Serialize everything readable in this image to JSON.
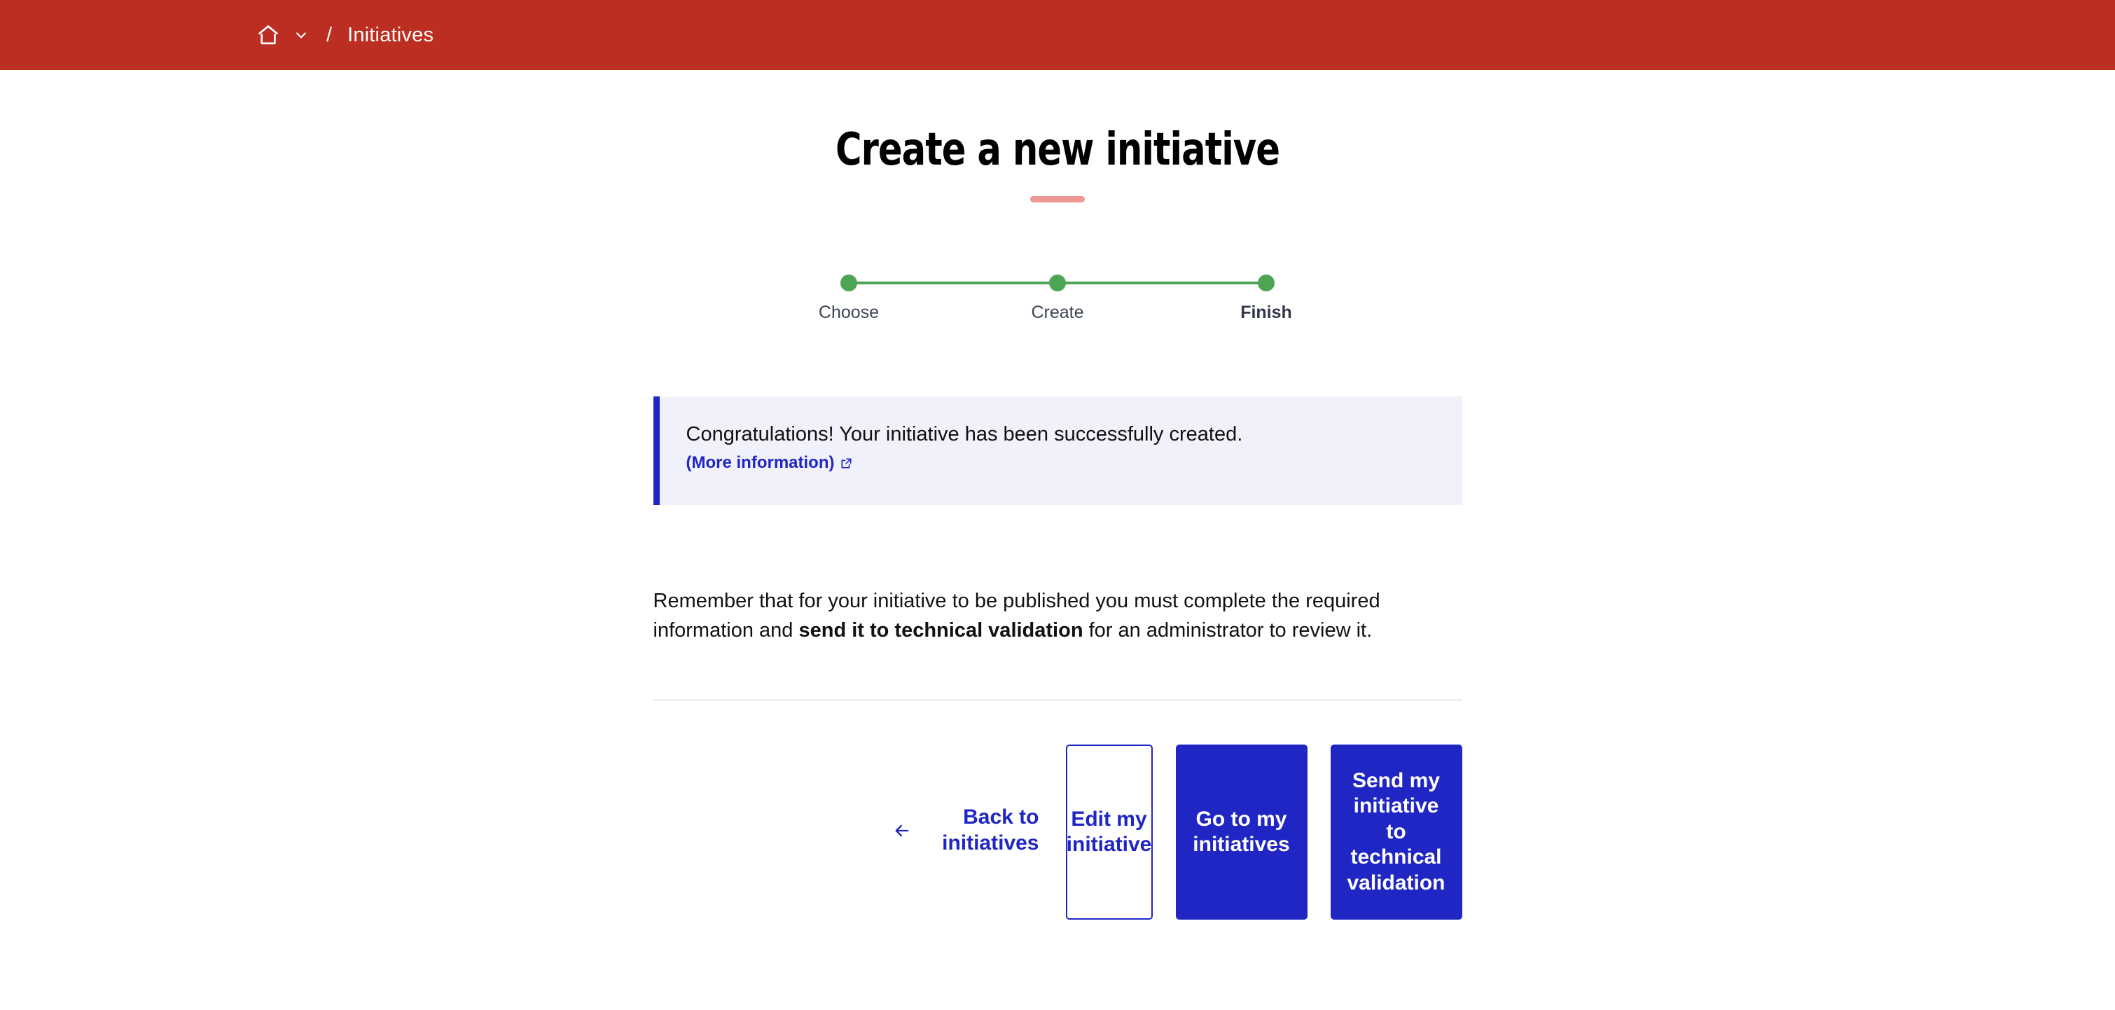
{
  "topbar": {
    "home_icon": "home-icon",
    "chevron_icon": "chevron-down-icon",
    "separator": "/",
    "current_crumb": "Initiatives",
    "background_color": "#bd2e22"
  },
  "page": {
    "title": "Create a new initiative",
    "underline_color": "#ef9792"
  },
  "stepper": {
    "steps": [
      {
        "label": "Choose",
        "state": "done"
      },
      {
        "label": "Create",
        "state": "done"
      },
      {
        "label": "Finish",
        "state": "current"
      }
    ],
    "accent_color": "#4ea455"
  },
  "callout": {
    "message": "Congratulations! Your initiative has been successfully created.",
    "link_label": "(More information)",
    "link_icon": "external-link-icon",
    "border_color": "#2026c4",
    "background_color": "#f1f1fb"
  },
  "body": {
    "paragraph_part1": "Remember that for your initiative to be published you must complete the required information and ",
    "paragraph_bold": "send it to technical validation",
    "paragraph_part2": " for an administrator to review it."
  },
  "actions": {
    "back_icon": "arrow-left-icon",
    "back_label": "Back to initiatives",
    "buttons": [
      {
        "label": "Edit my initiative",
        "style": "outline"
      },
      {
        "label": "Go to my initiatives",
        "style": "solid"
      },
      {
        "label": "Send my initiative to technical validation",
        "style": "solid"
      }
    ],
    "primary_color": "#2026c4"
  }
}
